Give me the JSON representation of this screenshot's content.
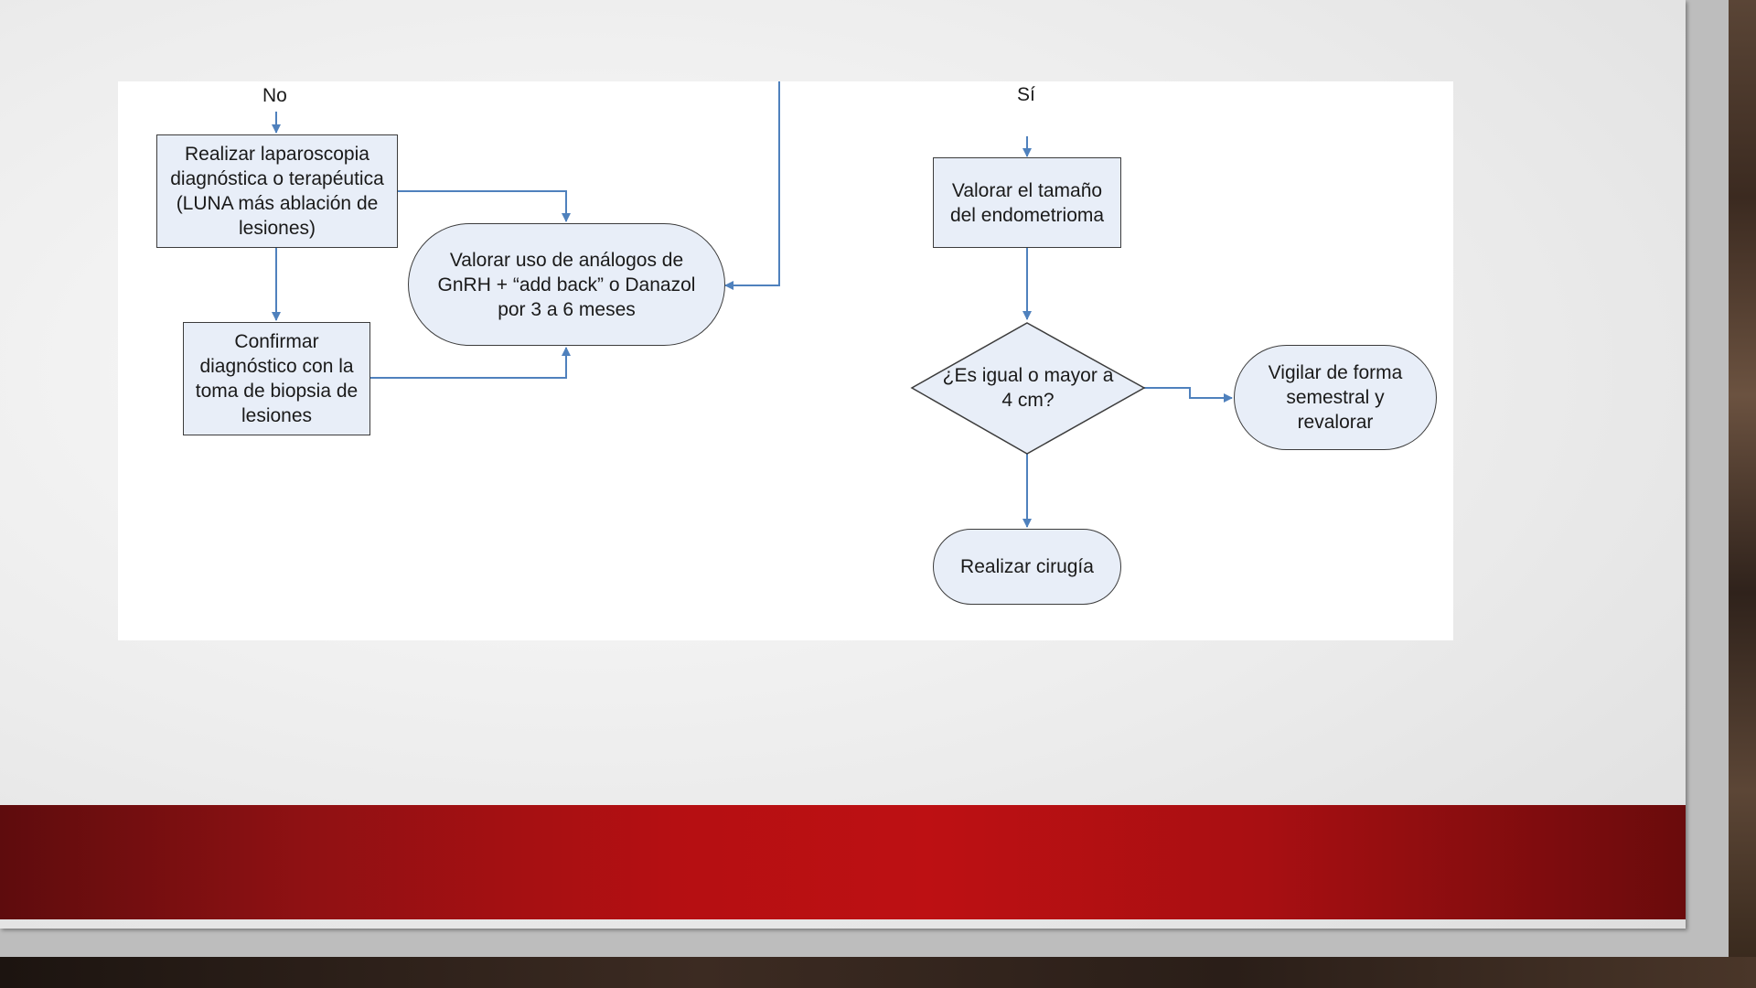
{
  "flowchart": {
    "labels": {
      "no": "No",
      "si": "Sí"
    },
    "nodes": {
      "laparoscopia": "Realizar laparoscopia diagnóstica o terapéutica (LUNA más ablación de lesiones)",
      "confirmar": "Confirmar diagnóstico con la toma de biopsia de lesiones",
      "analogos": "Valorar uso de análogos de GnRH + “add back” o Danazol por 3 a 6 meses",
      "tamano": "Valorar el tamaño del endometrioma",
      "decision": "¿Es igual o mayor a 4 cm?",
      "vigilar": "Vigilar de forma semestral y revalorar",
      "cirugia": "Realizar cirugía"
    },
    "colors": {
      "node_fill": "#e8eef8",
      "arrow": "#4f81bd",
      "accent_red": "#b50f12"
    }
  }
}
